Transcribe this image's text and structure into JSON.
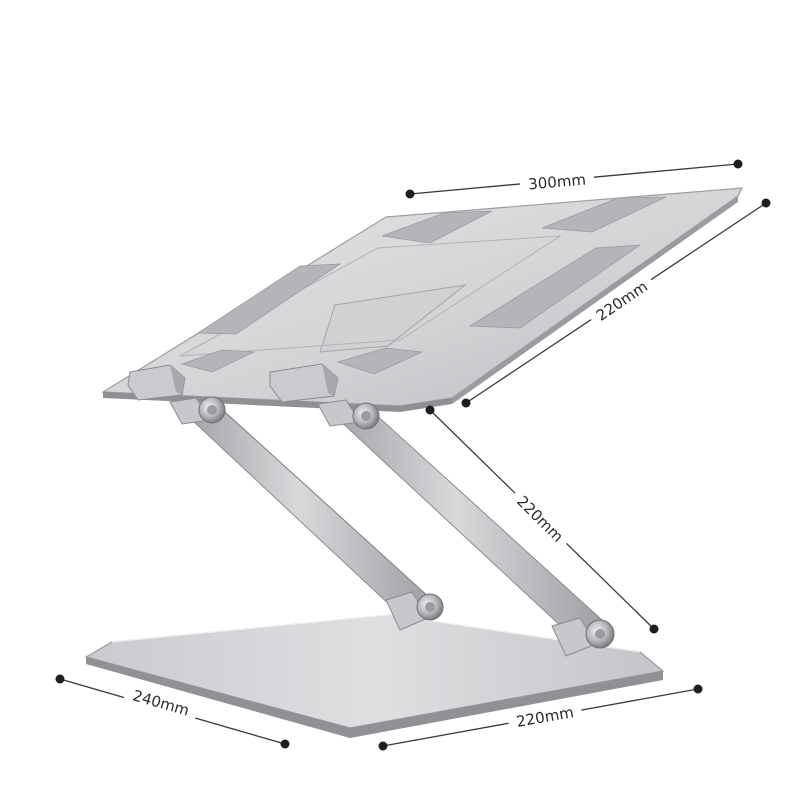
{
  "dimensions": {
    "top_width": "300mm",
    "top_depth": "220mm",
    "arm_length": "220mm",
    "base_left": "240mm",
    "base_right": "220mm"
  },
  "colors": {
    "aluminum_light": "#d9dadc",
    "aluminum_mid": "#bfc1c4",
    "aluminum_dark": "#8e9094",
    "pad_gray": "#a9abae",
    "dimension_ink": "#2a2a2a"
  }
}
